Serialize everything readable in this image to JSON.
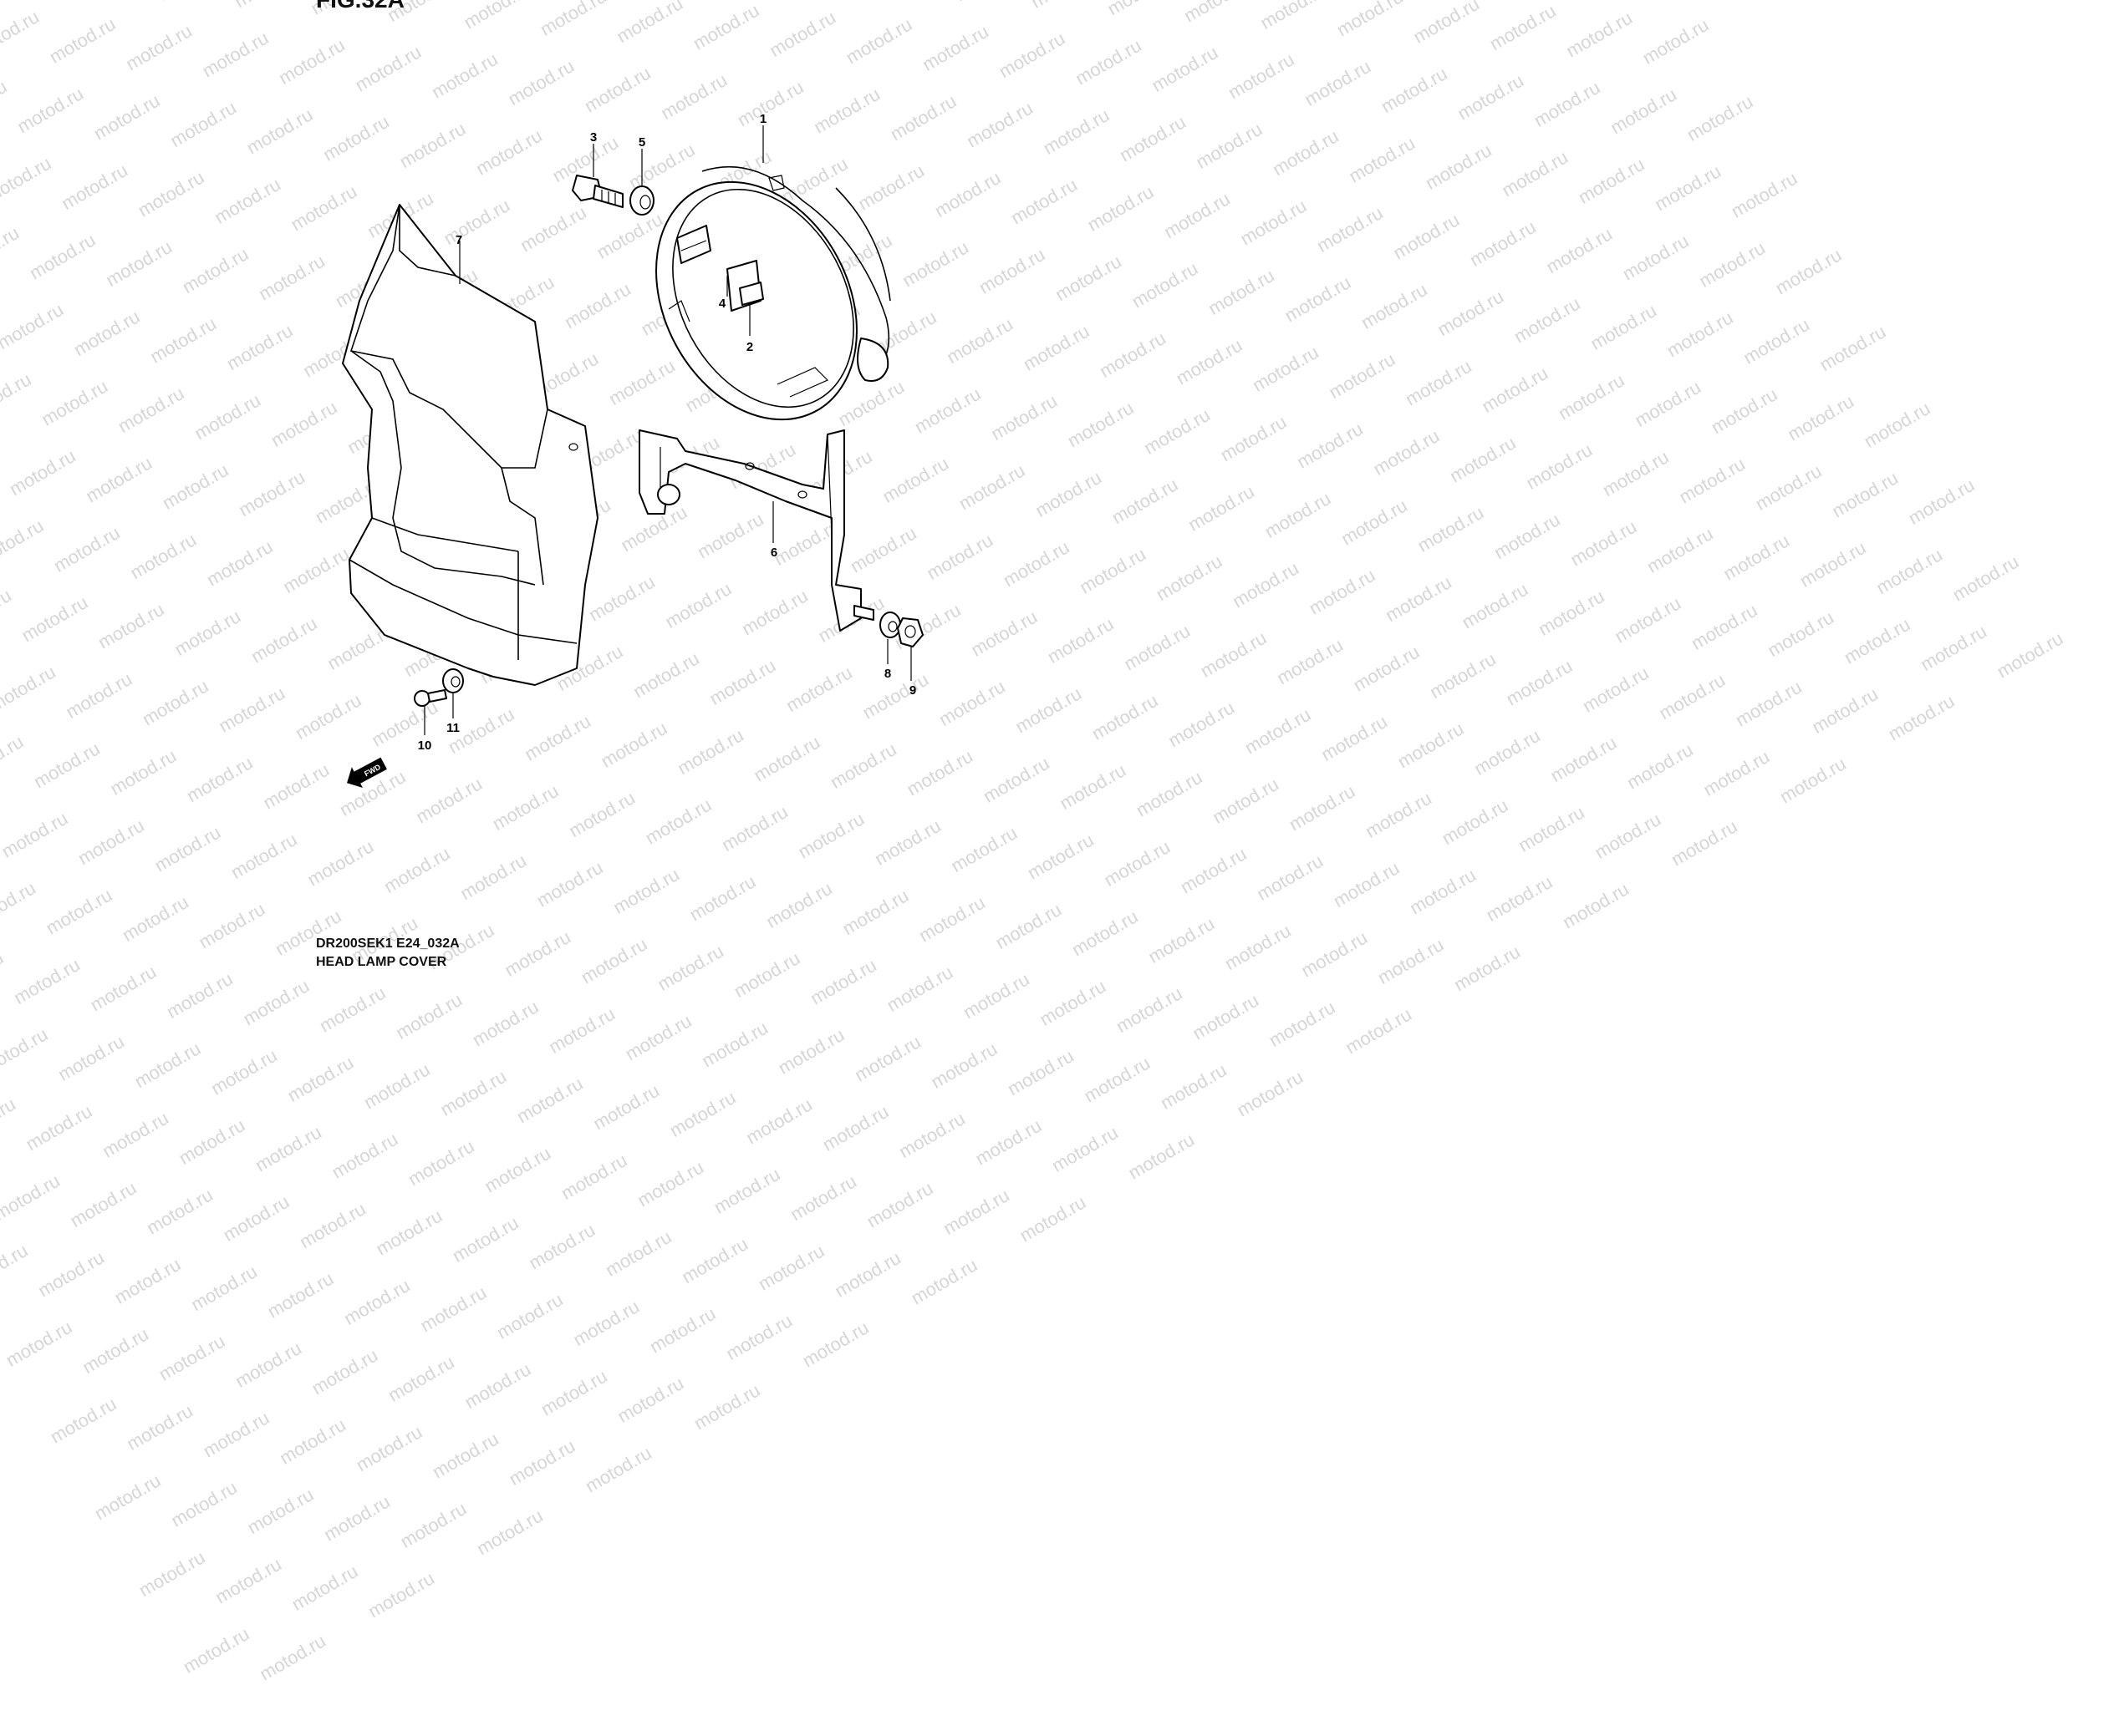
{
  "figure": {
    "title": "FIG.32A",
    "model_code": "DR200SEK1 E24_032A",
    "name": "HEAD LAMP COVER"
  },
  "watermark": {
    "text": "motod.ru"
  },
  "callouts": [
    {
      "ref": "1"
    },
    {
      "ref": "2"
    },
    {
      "ref": "3"
    },
    {
      "ref": "4"
    },
    {
      "ref": "5"
    },
    {
      "ref": "6"
    },
    {
      "ref": "7"
    },
    {
      "ref": "8"
    },
    {
      "ref": "9"
    },
    {
      "ref": "10"
    },
    {
      "ref": "11"
    }
  ],
  "direction_arrow": {
    "label": "FWD"
  }
}
